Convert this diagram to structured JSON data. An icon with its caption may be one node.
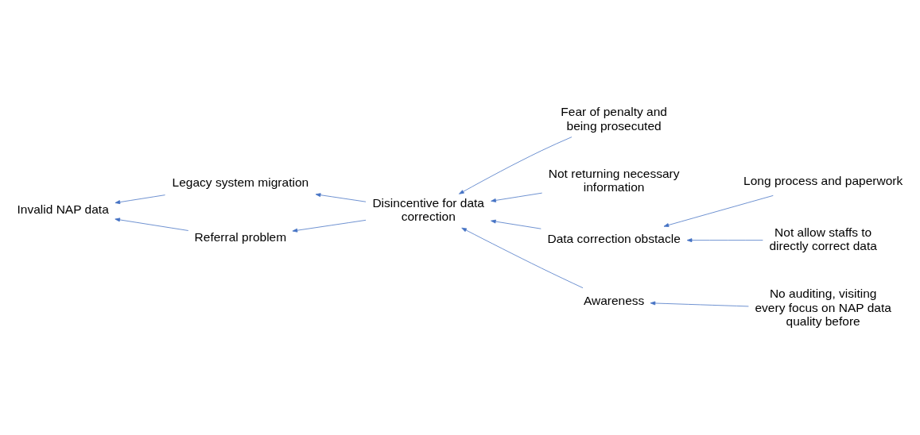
{
  "diagram": {
    "nodes": [
      {
        "text": [
          "Disincentive for data correction"
        ]
      },
      {
        "text": [
          "Legacy system migration"
        ]
      },
      {
        "text": [
          "Fear of penalty and being prosecuted"
        ]
      },
      {
        "text": [
          "Not returning necessary information"
        ]
      },
      {
        "text": [
          "Invalid NAP data"
        ]
      },
      {
        "text": [
          "Data correction obstacle"
        ]
      },
      {
        "text": [
          "Referral problem"
        ]
      },
      {
        "text": [
          "Awareness"
        ]
      },
      {
        "text": [
          "Long process and paperwork"
        ]
      },
      {
        "text": [
          "Not allow staffs to directly correct data"
        ]
      },
      {
        "text": [
          "No auditing, visiting every focus on NAP data quality before"
        ]
      }
    ],
    "edges": [
      {
        "from": 0,
        "to": 1,
        "arrow": "to"
      },
      {
        "from": 0,
        "to": 6,
        "arrow": "to"
      },
      {
        "from": 2,
        "to": 0,
        "arrow": "to"
      },
      {
        "from": 3,
        "to": 0,
        "arrow": "to"
      },
      {
        "from": 1,
        "to": 4,
        "arrow": "to"
      },
      {
        "from": 6,
        "to": 4,
        "arrow": "to"
      },
      {
        "from": 5,
        "to": 0,
        "arrow": "to"
      },
      {
        "from": 7,
        "to": 0,
        "arrow": "to"
      },
      {
        "from": 8,
        "to": 5,
        "arrow": "to"
      },
      {
        "from": 9,
        "to": 5,
        "arrow": "to"
      },
      {
        "from": 10,
        "to": 7,
        "arrow": "to"
      }
    ]
  }
}
